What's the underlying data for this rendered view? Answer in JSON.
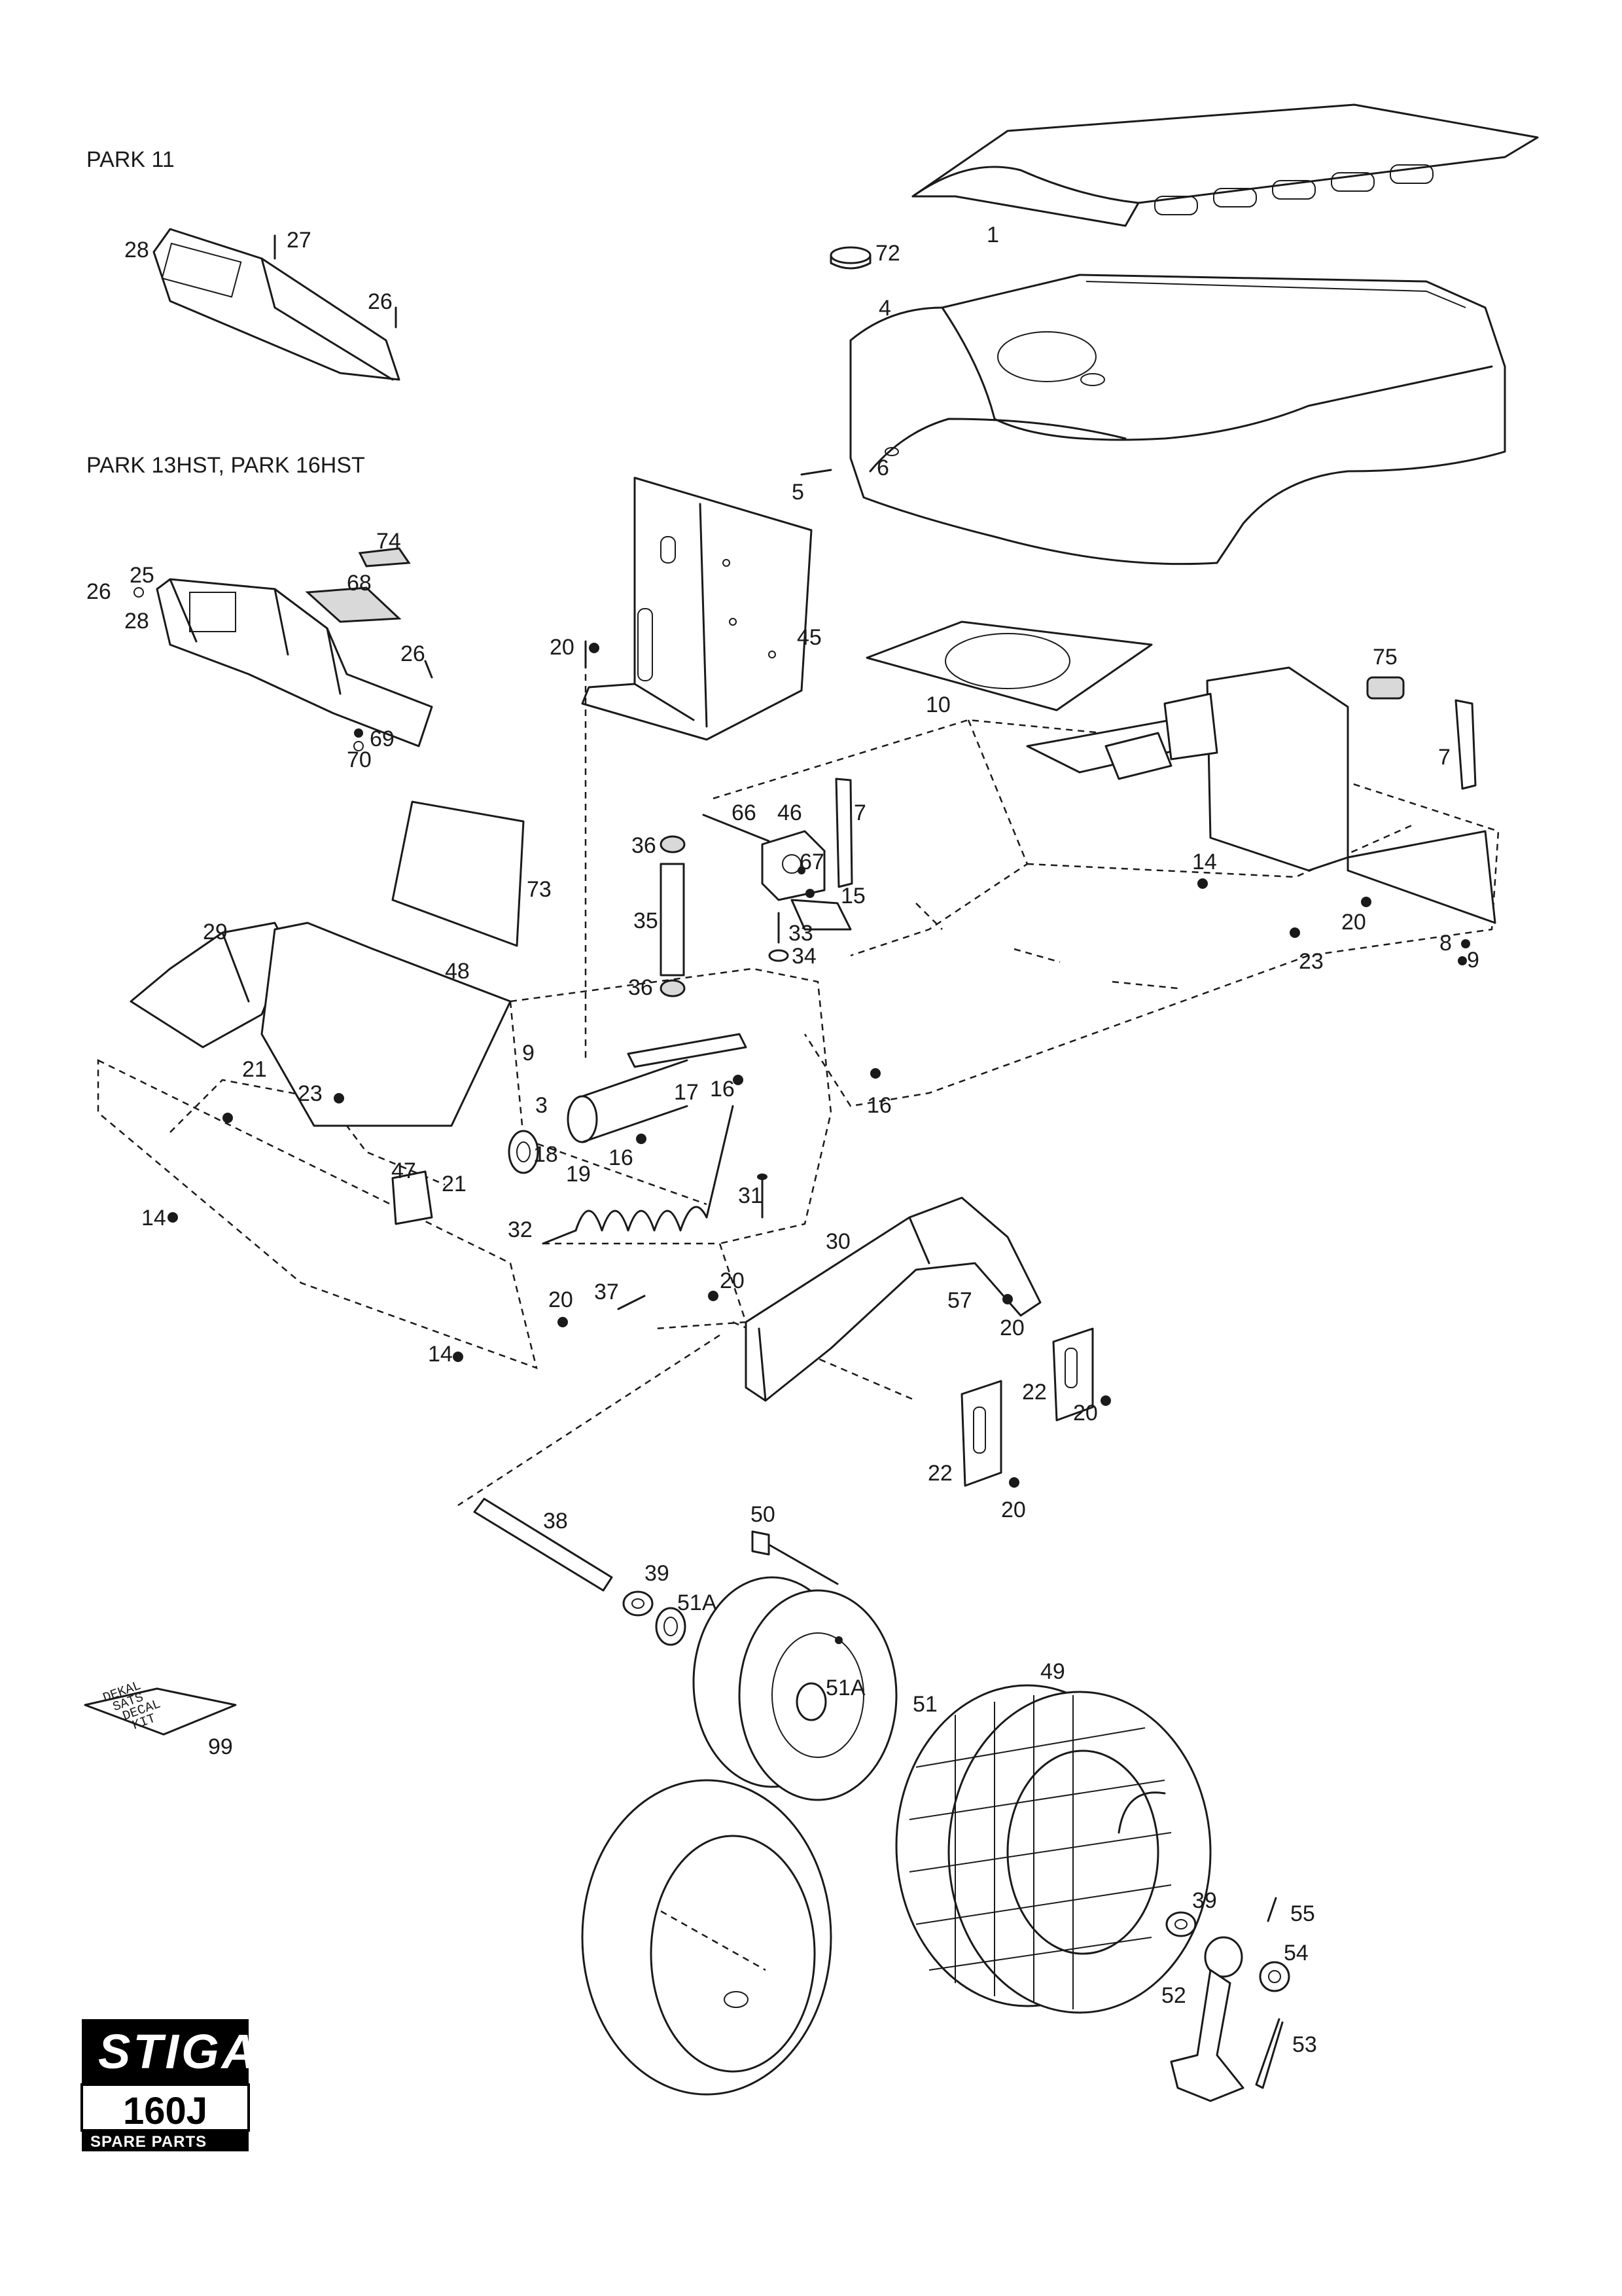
{
  "sections": {
    "park11": "PARK 11",
    "park13": "PARK 13HST, PARK 16HST"
  },
  "logo": {
    "brand": "STIGA",
    "model": "160J",
    "subtitle": "SPARE PARTS"
  },
  "decal_kit": [
    "DEKAL",
    "SATS",
    "DECAL",
    "KIT"
  ],
  "callouts": {
    "c1": "1",
    "c72": "72",
    "c4": "4",
    "c6": "6",
    "c5": "5",
    "c28a": "28",
    "c27": "27",
    "c26a": "26",
    "c74": "74",
    "c68": "68",
    "c26b": "26",
    "c25": "25",
    "c28b": "28",
    "c26c": "26",
    "c69": "69",
    "c70": "70",
    "c45": "45",
    "c20a": "20",
    "c10": "10",
    "c75": "75",
    "c7a": "7",
    "c7b": "7",
    "c66": "66",
    "c46": "46",
    "c67": "67",
    "c15": "15",
    "c36a": "36",
    "c35": "35",
    "c36b": "36",
    "c33": "33",
    "c34": "34",
    "c73": "73",
    "c29": "29",
    "c48": "48",
    "c9a": "9",
    "c14a": "14",
    "c20b": "20",
    "c23a": "23",
    "c8": "8",
    "c9b": "9",
    "c21a": "21",
    "c23b": "23",
    "c3": "3",
    "c17": "17",
    "c16a": "16",
    "c16b": "16",
    "c18": "18",
    "c16c": "16",
    "c19": "19",
    "c21b": "21",
    "c47": "47",
    "c14b": "14",
    "c31": "31",
    "c32": "32",
    "c30": "30",
    "c20c": "20",
    "c37": "37",
    "c20d": "20",
    "c57": "57",
    "c20e": "20",
    "c22a": "22",
    "c20f": "20",
    "c14c": "14",
    "c22b": "22",
    "c20g": "20",
    "c38": "38",
    "c50": "50",
    "c39a": "39",
    "c51a": "51A",
    "c51b": "51A",
    "c51": "51",
    "c49": "49",
    "c99": "99",
    "c39b": "39",
    "c55": "55",
    "c54": "54",
    "c52": "52",
    "c53": "53"
  }
}
